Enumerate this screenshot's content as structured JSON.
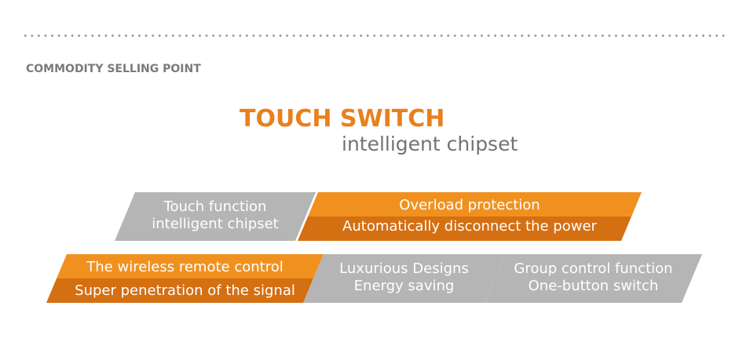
{
  "header": {
    "section_label": "COMMODITY SELLING POINT"
  },
  "hero": {
    "title": "TOUCH SWITCH",
    "subtitle": "intelligent chipset"
  },
  "features": [
    {
      "line1": "Touch function",
      "line2": "intelligent chipset",
      "style": "gray"
    },
    {
      "line1": "Overload protection",
      "line2": "Automatically disconnect the power",
      "style": "orange-split"
    },
    {
      "line1": "The wireless remote control",
      "line2": "Super penetration of the signal",
      "style": "orange-split"
    },
    {
      "line1": "Luxurious Designs",
      "line2": "Energy saving",
      "style": "gray"
    },
    {
      "line1": "Group control function",
      "line2": "One-button switch",
      "style": "gray"
    }
  ],
  "colors": {
    "accent_orange": "#e9801c",
    "orange_light": "#f0911f",
    "orange_dark": "#d46f12",
    "tile_gray": "#b5b5b5",
    "tile_gray_shadow": "#9c9c9c",
    "text_gray": "#737373"
  }
}
